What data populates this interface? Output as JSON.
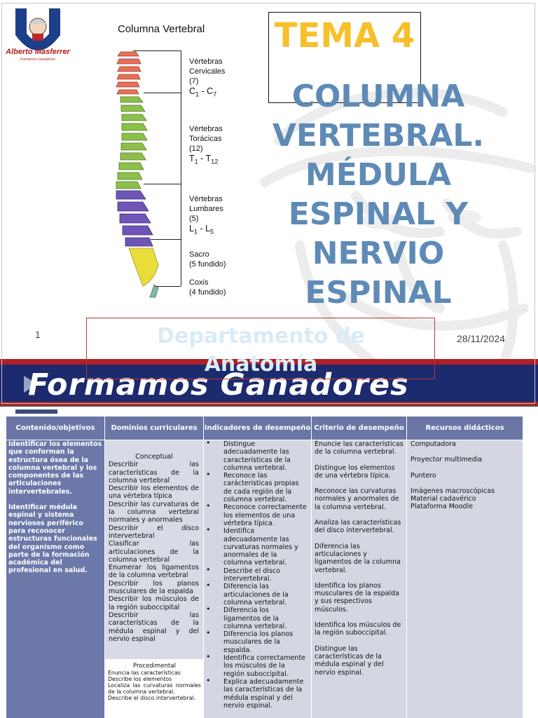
{
  "slide1": {
    "logo": {
      "name": "Alberto Masferrer",
      "sub": "Formamos Ganadores"
    },
    "spine": {
      "title": "Columna Vertebral",
      "labels": [
        {
          "name": "Vértebras Cervicales",
          "count": "(7)",
          "range_a": "C",
          "sub_a": "1",
          "sep": " - C",
          "sub_b": "7"
        },
        {
          "name": "Vértebras Torácicas",
          "count": "(12)",
          "range_a": "T",
          "sub_a": "1",
          "sep": " - T",
          "sub_b": "12"
        },
        {
          "name": "Vértebras Lumbares",
          "count": "(5)",
          "range_a": "L",
          "sub_a": "1",
          "sep": " - L",
          "sub_b": "5"
        },
        {
          "name": "Sacro",
          "count": "(5 fundido)"
        },
        {
          "name": "Coxis",
          "count": "(4 fundido)"
        }
      ],
      "colors": {
        "cervical": "#e8705a",
        "thoracic": "#8dc04a",
        "lumbar": "#7055b8",
        "sacrum": "#eadc3a",
        "coccyx": "#7fb8a6"
      }
    },
    "tema": "TEMA 4",
    "title": "COLUMNA VERTEBRAL. MÉDULA ESPINAL Y NERVIO ESPINAL",
    "slide_number": "1",
    "date": "28/11/2024",
    "department": "Departamento de Anatomía",
    "banner": "Formamos Ganadores",
    "colors": {
      "tema": "#f6c02a",
      "title": "#5e8ab6",
      "banner_bg": "#1c2a6e",
      "banner_accent": "#b01f24"
    }
  },
  "slide2": {
    "headers": [
      "Contenido/objetivos",
      "Dominios curriculares",
      "Indicadores de desempeño",
      "Criterio de desempeño",
      "Recursos didácticos"
    ],
    "objectives": [
      "Identificar los elementos que conforman la estructura ósea de la columna vertebral y los componentes de las articulaciones intervertebrales.",
      "Identificar médula espinal y sistema nerviosos periférico para reconocer estructuras funcionales del organismo como parte de la formación académica del profesional en salud."
    ],
    "conceptual": {
      "heading": "Conceptual",
      "items": [
        "Describir las características de la columna vertebral",
        "Describir los elementos de una vértebra típica",
        "Describir las curvaturas de la columna vertebral normales y anormales",
        "Describir el disco intervertebral",
        "Clasificar las articulaciones de la columna vertebral",
        "Enumerar los ligamentos de la columna vertebral",
        "Describir los planos musculares de la espalda",
        "Describir los músculos de la región suboccipital",
        "Describir las características de la médula espinal y del nervio espinal"
      ]
    },
    "procedimental": {
      "heading": "Procedimental",
      "items": [
        "Enuncia las características",
        "Describe los elementos",
        "Localiza las curvaturas normales de la columna vertebral.",
        "Describe el disco intervertebral."
      ]
    },
    "indicators": [
      "Distingue adecuadamente las características de la columna vertebral.",
      "Reconoce las carácteristicas propias de cada región de la columna vertebral.",
      "Reconoce correctamente los elementos de una vértebra típica.",
      "Identifica adecuadamente las curvaturas normales y anormales de la columna vertebral.",
      "Describe el disco intervertebral.",
      "Diferencia las articulaciones de la columna vertebral.",
      "Diferencia los ligamentos de la columna vertebral.",
      "Diferencia los planos musculares de la espalda.",
      "Identifica correctamente los músculos de la región suboccipital.",
      "Explica adecuadamente las características de la médula espinal y del nervio espinal."
    ],
    "criteria": [
      "Enuncie las características de la columna vertebral.",
      "Distingue los elementos de una vértebra típica.",
      "Reconoce las curvaturas normales y anormales de la columna vertebral.",
      "Analiza las características del disco intervertebral.",
      "Diferencia las articulaciones y ligamentos de la columna vertebral.",
      "Identifica los planos musculares de la espalda y sus respectivos músculos.",
      "Identifica los músculos de la región suboccipital.",
      "Distingue las características de la médula espinal y del nervio espinal."
    ],
    "resources": [
      "Computadora",
      "Proyector multimedia",
      "Puntero",
      "Imágenes macroscópicas",
      "Material cadavérico",
      "Plataforma Moodle"
    ],
    "colors": {
      "header_bg": "#6b76a6",
      "objectives_bg": "#6c78a8",
      "cell_bg": "#d4d7e2"
    }
  }
}
